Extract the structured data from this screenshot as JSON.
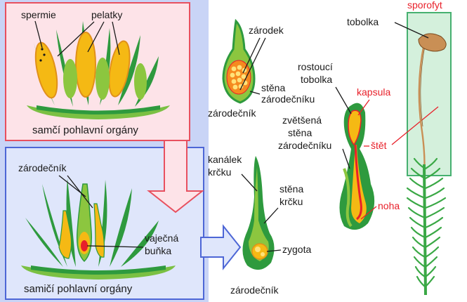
{
  "labels": {
    "spermie": "spermie",
    "pelatky": "pelatky",
    "male_organs": "samčí pohlavní orgány",
    "archegonium_top": "zárodečník",
    "egg_cell_1": "vaječná",
    "egg_cell_2": "buňka",
    "female_organs": "samičí pohlavní orgány",
    "embryo": "zárodek",
    "wall_1": "stěna",
    "wall_2": "zárodečníku",
    "archegonium_mid": "zárodečník",
    "neck_canal_1": "kanálek",
    "neck_canal_2": "krčku",
    "neck_wall_1": "stěna",
    "neck_wall_2": "krčku",
    "zygote": "zygota",
    "archegonium_bottom": "zárodečník",
    "growing_1": "rostoucí",
    "growing_2": "tobolka",
    "capsule_red": "kapsula",
    "enlarged_1": "zvětšená",
    "enlarged_2": "stěna",
    "enlarged_3": "zárodečníku",
    "seta": "štět",
    "foot": "noha",
    "capsule_top": "tobolka",
    "sporophyte": "sporofyt"
  },
  "colors": {
    "male_panel": "#fde3e8",
    "male_border": "#e8505f",
    "female_panel": "#dfe6fb",
    "female_border": "#4d66d6",
    "sporophyte_panel": "#d4f0dc",
    "sporophyte_border": "#46b070",
    "left_strip": "#c9d4f6",
    "leaf_dark": "#2e9a3e",
    "leaf_light": "#8cc63f",
    "gold": "#f5b914",
    "orange": "#f58a1f",
    "capsule_brown": "#c98f55",
    "red_label": "#e8202a"
  }
}
